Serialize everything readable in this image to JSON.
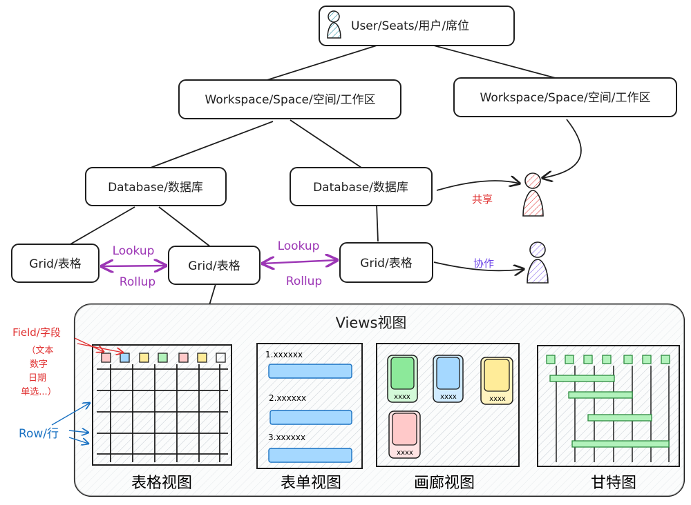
{
  "nodes": {
    "user": "User/Seats/用户/席位",
    "workspace_left": "Workspace/Space/空间/工作区",
    "workspace_right": "Workspace/Space/空间/工作区",
    "database_left": "Database/数据库",
    "database_right": "Database/数据库",
    "grid_1": "Grid/表格",
    "grid_2": "Grid/表格",
    "grid_3": "Grid/表格"
  },
  "links": {
    "lookup_1": "Lookup",
    "rollup_1": "Rollup",
    "lookup_2": "Lookup",
    "rollup_2": "Rollup",
    "share": "共享",
    "collab": "协作"
  },
  "annotations": {
    "field": "Field/字段",
    "field_types": [
      "（文本",
      "数字",
      "日期",
      "单选...）"
    ],
    "row": "Row/行"
  },
  "views": {
    "title": "Views视图",
    "grid_view": "表格视图",
    "form_view": "表单视图",
    "gallery_view": "画廊视图",
    "gantt_view": "甘特图",
    "form_items": [
      "1.xxxxxx",
      "2.xxxxxx",
      "3.xxxxxx"
    ],
    "gallery_cards": [
      "xxxx",
      "xxxx",
      "xxxx",
      "xxxx"
    ]
  },
  "colors": {
    "stroke": "#1e1e1e",
    "purple": "#9c36b5",
    "red": "#e03131",
    "blue": "#1971c2",
    "panel_fill": "#f1f3f5",
    "card_green": "#8ce99a",
    "card_blue": "#a5d8ff",
    "card_yellow": "#ffec99",
    "card_red": "#ffc9c9",
    "gantt_green": "#b2f2bb",
    "person_teal": "#96f2d7",
    "person_red": "#ffc9c9",
    "person_purple": "#d0bfff"
  }
}
